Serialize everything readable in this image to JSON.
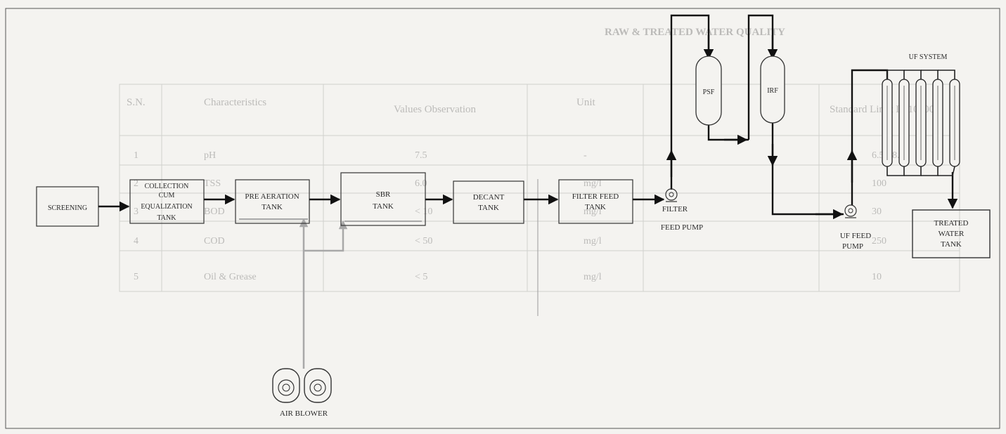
{
  "boxes": {
    "screening": [
      "SCREENING"
    ],
    "collection": [
      "COLLECTION",
      "CUM",
      "EQUALIZATION",
      "TANK"
    ],
    "pre_aeration": [
      "PRE AERATION",
      "TANK"
    ],
    "sbr": [
      "SBR",
      "TANK"
    ],
    "decant": [
      "DECANT",
      "TANK"
    ],
    "filter_feed_tank": [
      "FILTER FEED",
      "TANK"
    ],
    "treated_water": [
      "TREATED",
      "WATER",
      "TANK"
    ]
  },
  "vessels": {
    "psf": "PSF",
    "irf": "IRF"
  },
  "labels": {
    "filter_feed_pump": [
      "FILTER",
      "FEED PUMP"
    ],
    "uf_feed_pump": [
      "UF FEED",
      "PUMP"
    ],
    "uf_system": "UF SYSTEM",
    "air_blower": "AIR BLOWER"
  },
  "background_table": {
    "title": "RAW & TREATED WATER QUALITY",
    "headers": [
      "S.N.",
      "Characteristics",
      "Unit",
      "Values Observation",
      "Standard Limit IS:10500"
    ],
    "rows": [
      [
        "1",
        "pH",
        "-",
        "7.5",
        "6.5 - 8.5"
      ],
      [
        "2",
        "TSS",
        "mg/l",
        "6.0",
        "100"
      ],
      [
        "3",
        "BOD",
        "mg/l",
        "< 10",
        "30"
      ],
      [
        "4",
        "COD",
        "mg/l",
        "< 50",
        "250"
      ],
      [
        "5",
        "Oil & Grease",
        "mg/l",
        "< 5",
        "10"
      ]
    ]
  },
  "colors": {
    "flow_line": "#111111",
    "air_line": "#a8a8a8",
    "box_stroke": "#333333",
    "background": "#f4f3f0"
  }
}
